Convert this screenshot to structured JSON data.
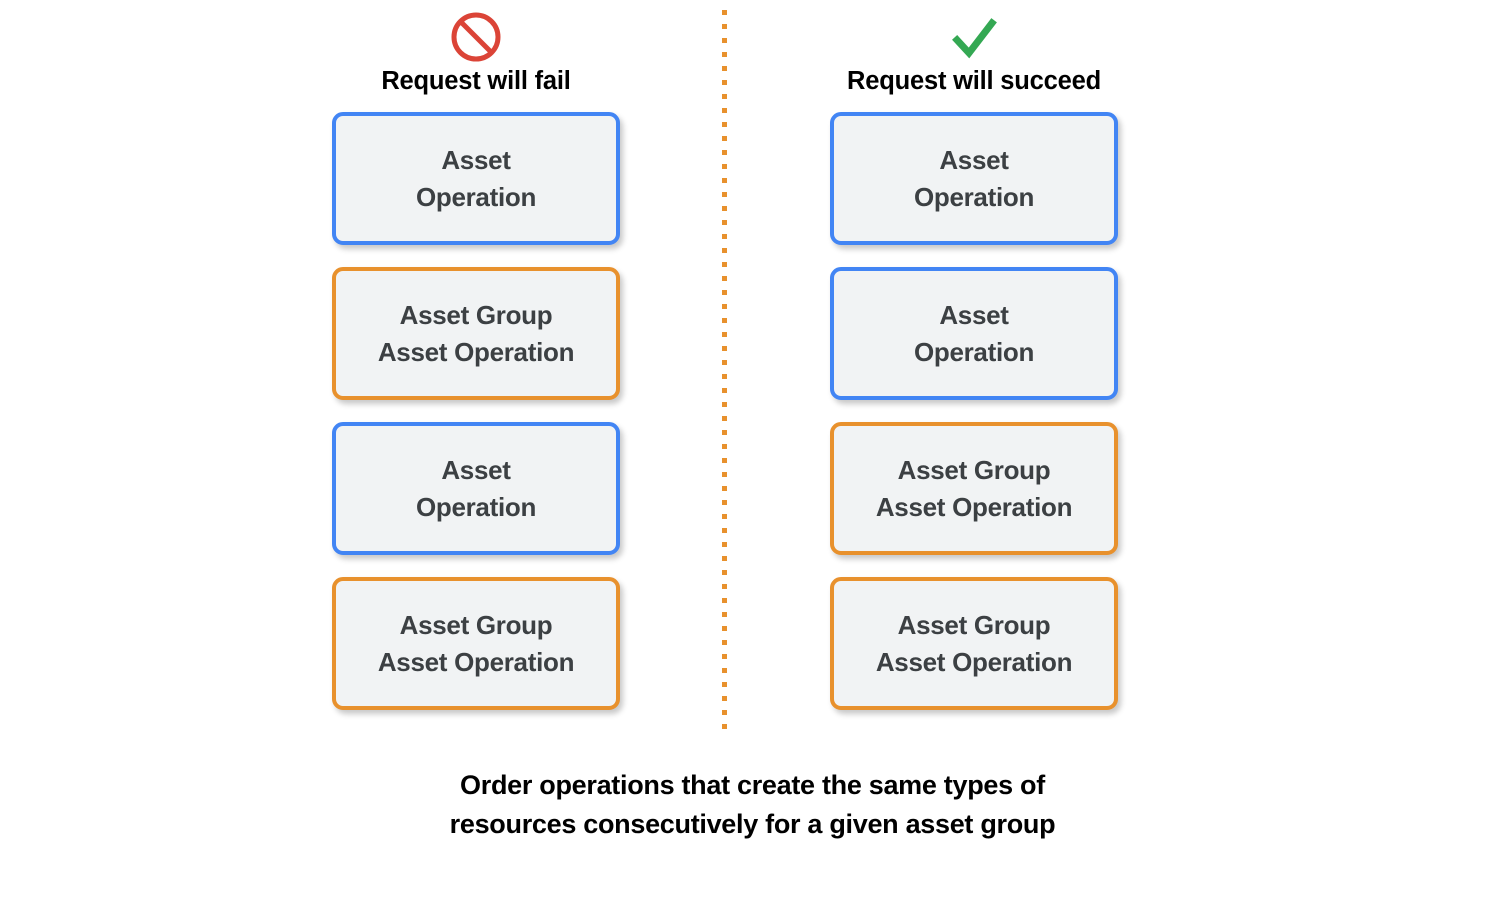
{
  "diagram": {
    "columns": [
      {
        "id": "fail",
        "icon": "no-entry-icon",
        "icon_color": "#db4437",
        "title": "Request will fail",
        "boxes": [
          {
            "accent": "blue",
            "color": "#4285f4",
            "line1": "Asset",
            "line2": "Operation"
          },
          {
            "accent": "orange",
            "color": "#e8912d",
            "line1": "Asset Group",
            "line2": "Asset Operation"
          },
          {
            "accent": "blue",
            "color": "#4285f4",
            "line1": "Asset",
            "line2": "Operation"
          },
          {
            "accent": "orange",
            "color": "#e8912d",
            "line1": "Asset Group",
            "line2": "Asset Operation"
          }
        ]
      },
      {
        "id": "succeed",
        "icon": "check-icon",
        "icon_color": "#34a853",
        "title": "Request will succeed",
        "boxes": [
          {
            "accent": "blue",
            "color": "#4285f4",
            "line1": "Asset",
            "line2": "Operation"
          },
          {
            "accent": "blue",
            "color": "#4285f4",
            "line1": "Asset",
            "line2": "Operation"
          },
          {
            "accent": "orange",
            "color": "#e8912d",
            "line1": "Asset Group",
            "line2": "Asset Operation"
          },
          {
            "accent": "orange",
            "color": "#e8912d",
            "line1": "Asset Group",
            "line2": "Asset Operation"
          }
        ]
      }
    ],
    "caption": {
      "line1": "Order operations that create the same types of",
      "line2": "resources consecutively for a given asset group"
    },
    "divider": {
      "style": "dotted",
      "color": "#e8912d"
    },
    "palette": {
      "blue": "#4285f4",
      "orange": "#e8912d",
      "red": "#db4437",
      "green": "#34a853",
      "box_fill": "#f1f3f4",
      "text": "#3c4043",
      "background": "#ffffff"
    }
  }
}
